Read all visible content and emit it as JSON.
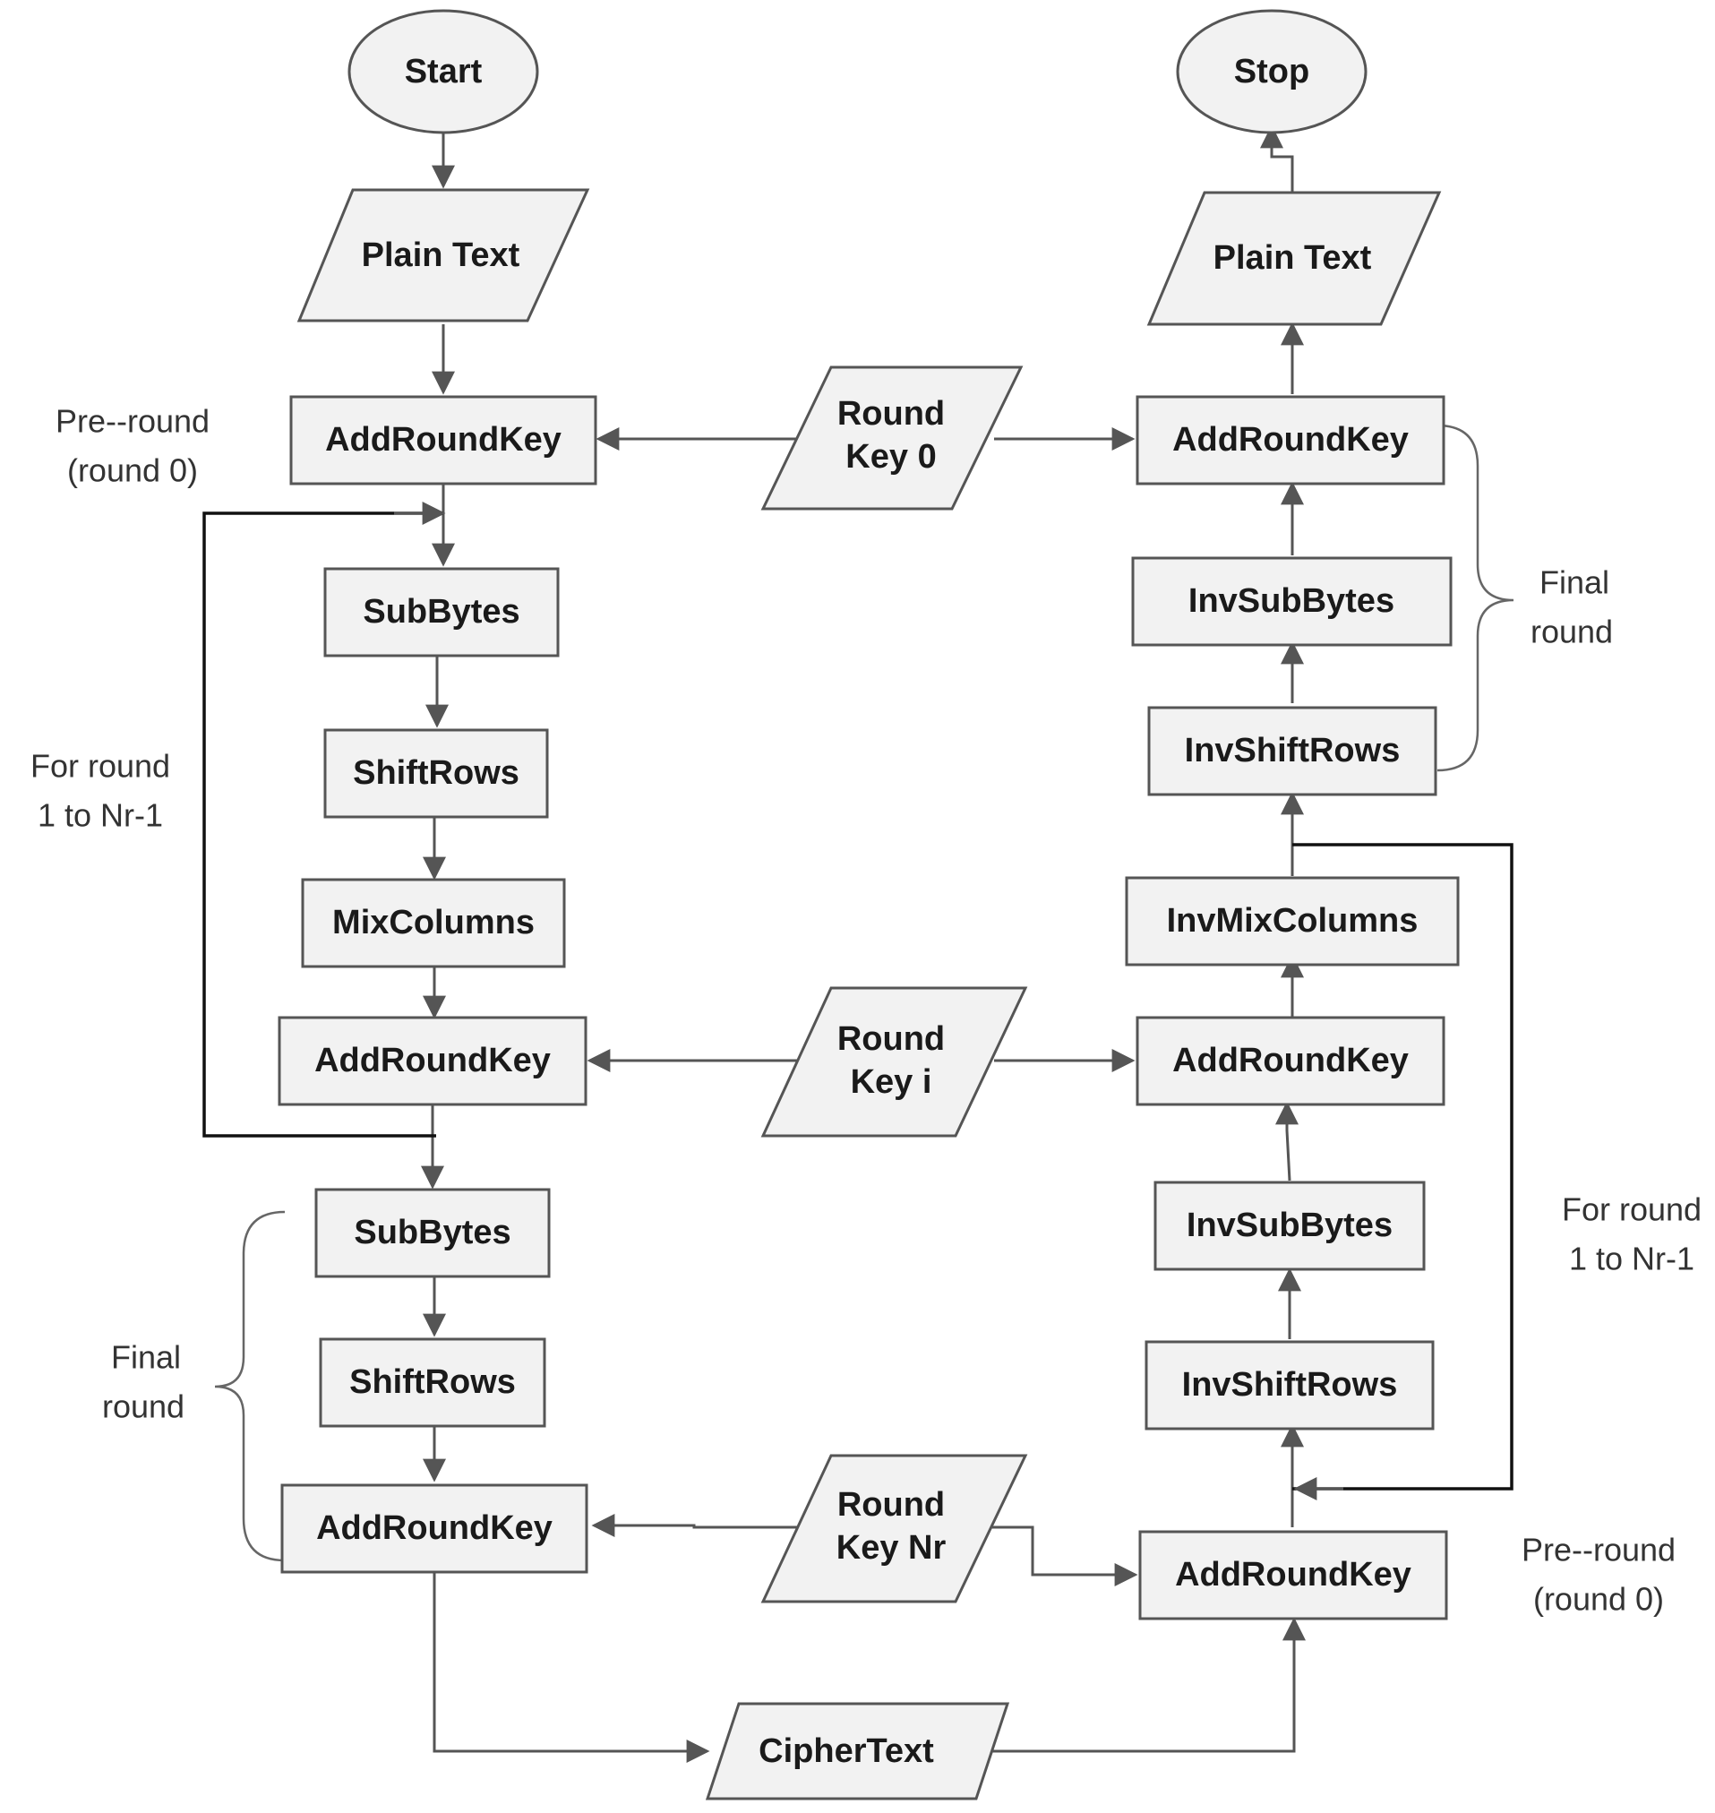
{
  "encryption": {
    "start": "Start",
    "plain_text": "Plain Text",
    "pre_round_add_round_key": "AddRoundKey",
    "round_sub_bytes": "SubBytes",
    "round_shift_rows": "ShiftRows",
    "round_mix_columns": "MixColumns",
    "round_add_round_key": "AddRoundKey",
    "final_sub_bytes": "SubBytes",
    "final_shift_rows": "ShiftRows",
    "final_add_round_key": "AddRoundKey",
    "cipher_text": "CipherText",
    "pre_round_label": [
      "Pre--round",
      "(round 0)"
    ],
    "round_loop_label": [
      "For round",
      "1 to Nr-1"
    ],
    "final_round_label": [
      "Final",
      "round"
    ]
  },
  "round_keys": {
    "key_0": [
      "Round",
      "Key 0"
    ],
    "key_i": [
      "Round",
      "Key i"
    ],
    "key_nr": [
      "Round",
      "Key Nr"
    ]
  },
  "decryption": {
    "stop": "Stop",
    "plain_text": "Plain Text",
    "final_add_round_key": "AddRoundKey",
    "final_inv_sub_bytes": "InvSubBytes",
    "final_inv_shift_rows": "InvShiftRows",
    "round_inv_mix_columns": "InvMixColumns",
    "round_add_round_key": "AddRoundKey",
    "round_inv_sub_bytes": "InvSubBytes",
    "round_inv_shift_rows": "InvShiftRows",
    "pre_round_add_round_key": "AddRoundKey",
    "final_round_label": [
      "Final",
      "round"
    ],
    "round_loop_label": [
      "For round",
      "1 to Nr-1"
    ],
    "pre_round_label": [
      "Pre--round",
      "(round 0)"
    ]
  }
}
